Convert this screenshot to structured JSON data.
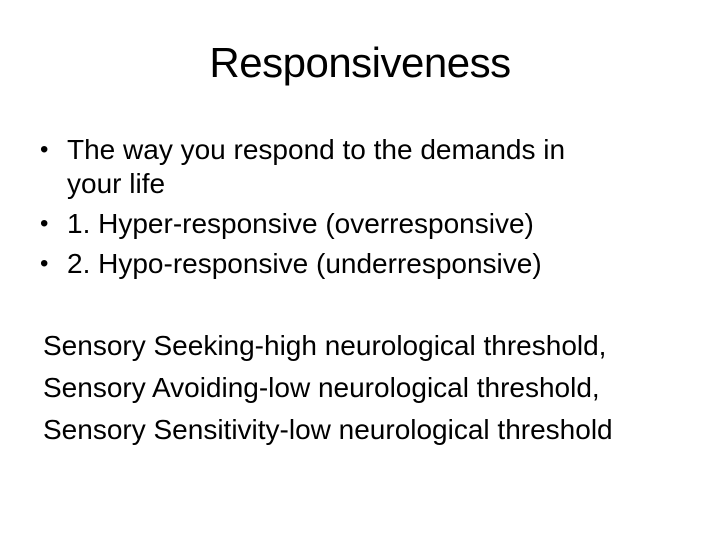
{
  "slide": {
    "title": "Responsiveness",
    "bullet_glyph": "•",
    "bullets": [
      "The way you respond to the demands in your life",
      "1. Hyper-responsive (overresponsive)",
      "2. Hypo-responsive (underresponsive)"
    ],
    "plain_lines": [
      "Sensory Seeking-high neurological threshold,",
      "Sensory Avoiding-low neurological threshold,",
      "Sensory Sensitivity-low neurological threshold"
    ],
    "colors": {
      "background": "#ffffff",
      "text": "#000000"
    }
  }
}
